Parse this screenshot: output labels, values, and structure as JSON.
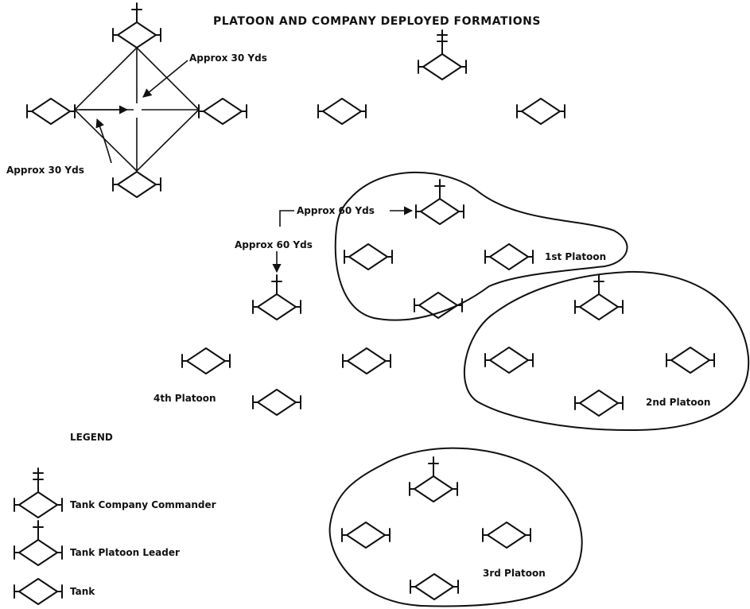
{
  "title": "PLATOON AND COMPANY DEPLOYED FORMATIONS",
  "annotations": {
    "approx_30_top": "Approx 30 Yds",
    "approx_30_left": "Approx 30 Yds",
    "approx_60_horizontal": "Approx 60 Yds",
    "approx_60_vertical": "Approx 60 Yds"
  },
  "platoon_labels": {
    "first": "1st Platoon",
    "second": "2nd Platoon",
    "third": "3rd Platoon",
    "fourth": "4th Platoon"
  },
  "legend": {
    "heading": "LEGEND",
    "items": [
      {
        "symbol": "company-commander",
        "label": "Tank Company Commander"
      },
      {
        "symbol": "platoon-leader",
        "label": "Tank Platoon Leader"
      },
      {
        "symbol": "tank",
        "label": "Tank"
      }
    ]
  },
  "colors": {
    "ink": "#111111",
    "paper": "#ffffff"
  }
}
